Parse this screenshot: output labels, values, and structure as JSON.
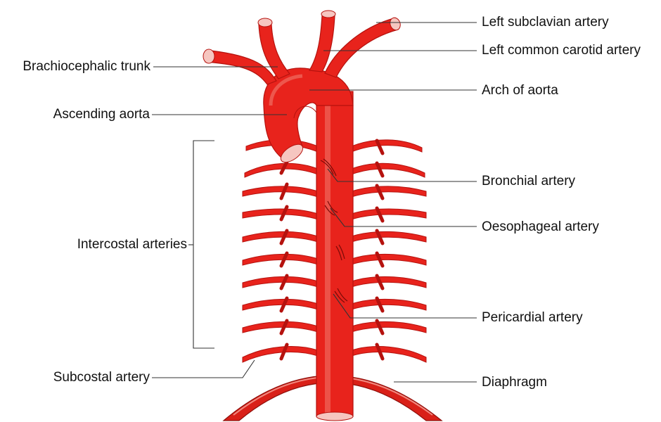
{
  "labels": {
    "left_subclavian_artery": "Left subclavian artery",
    "left_common_carotid_artery": "Left common carotid artery",
    "brachiocephalic_trunk": "Brachiocephalic trunk",
    "arch_of_aorta": "Arch of aorta",
    "ascending_aorta": "Ascending aorta",
    "bronchial_artery": "Bronchial artery",
    "oesophageal_artery": "Oesophageal artery",
    "intercostal_arteries": "Intercostal arteries",
    "pericardial_artery": "Pericardial artery",
    "subcostal_artery": "Subcostal artery",
    "diaphragm": "Diaphragm"
  },
  "colors": {
    "artery": "#e8231c",
    "artery_dark": "#b5120e",
    "highlight": "#f07a6e",
    "lumen": "#f6c6c0",
    "diaphragm_fill": "#d92018",
    "leader_line": "#333333",
    "text": "#111111"
  }
}
